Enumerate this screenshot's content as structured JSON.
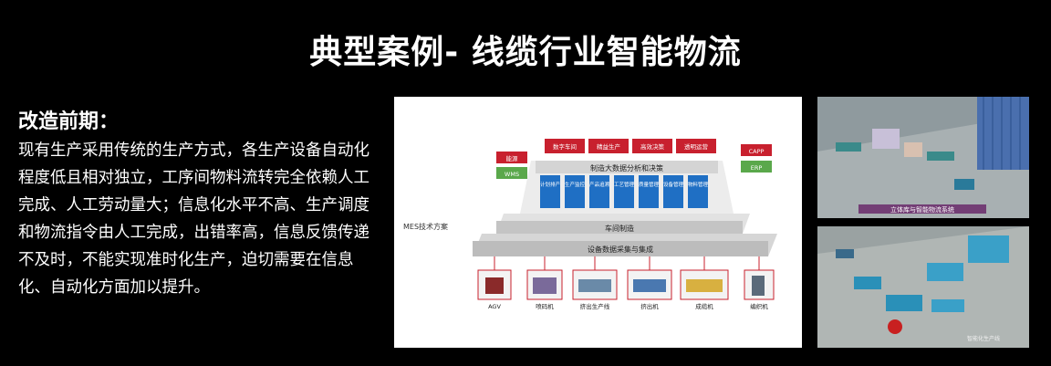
{
  "page": {
    "title": "典型案例- 线缆行业智能物流"
  },
  "left": {
    "heading": "改造前期：",
    "paragraph": "现有生产采用传统的生产方式，各生产设备自动化程度低且相对独立，工序间物料流转完全依赖人工完成、人工劳动量大；信息化水平不高、生产调度和物流指令由人工完成，出错率高，信息反馈传递不及时，不能实现准时化生产，迫切需要在信息化、自动化方面加以提升。"
  },
  "diagram": {
    "side_label": "MES技术方案",
    "top_modules": [
      "数字车间",
      "精益生产",
      "高效决策",
      "透明运营"
    ],
    "left_tags": [
      "能源",
      "WMS"
    ],
    "right_tags": [
      "CAPP",
      "ERP"
    ],
    "analysis_label": "制造大数据分析和决策",
    "columns": [
      "计划排产",
      "生产监控",
      "产品追溯",
      "工艺管理",
      "质量管理",
      "设备管理",
      "物料管理"
    ],
    "workshop_label": "车间制造",
    "collection_label": "设备数据采集与集成",
    "equipment": [
      "AGV",
      "喷码机",
      "挤出生产线",
      "挤出机",
      "成缆机",
      "编织机"
    ],
    "colors": {
      "module_red": "#c8202e",
      "column_blue": "#1f6fc4",
      "platform_grey": "#c9c9c9",
      "green_tag": "#5aa84b"
    }
  },
  "photos": [
    {
      "caption": "立体库与智能物流系统"
    },
    {
      "caption": "智能化生产线"
    }
  ]
}
